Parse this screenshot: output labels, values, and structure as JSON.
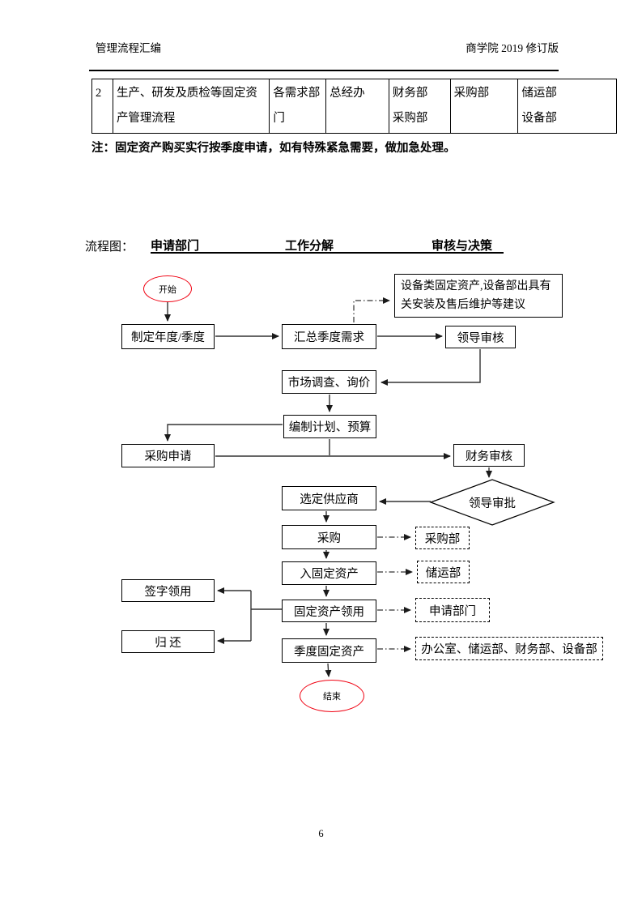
{
  "header": {
    "left": "管理流程汇编",
    "right": "商学院 2019 修订版"
  },
  "table": {
    "row_no": "2",
    "process_name": "生产、研发及质检等固定资产管理流程",
    "col_requesting": "各需求部门",
    "col_gm_office": "总经办",
    "col_finance": "财务部\n采购部",
    "col_purchasing": "采购部",
    "col_storage": "储运部\n设备部"
  },
  "note": "注：固定资产购买实行按季度申请，如有特殊紧急需要，做加急处理。",
  "flow_header": {
    "label": "流程图：",
    "col1": "申请部门",
    "col2": "工作分解",
    "col3": "审核与决策"
  },
  "flowchart": {
    "start": "开始",
    "end": "结束",
    "nodes": {
      "plan": "制定年度/季度",
      "summarize": "汇总季度需求",
      "advice": "设备类固定资产,设备部出具有关安装及售后维护等建议",
      "leader_review": "领导审核",
      "market": "市场调查、询价",
      "budget": "编制计划、预算",
      "purchase_request": "采购申请",
      "finance_review": "财务审核",
      "select_supplier": "选定供应商",
      "leader_approve": "领导审批",
      "purchase": "采购",
      "dept_purchasing": "采购部",
      "asset_entry": "入固定资产",
      "dept_storage": "储运部",
      "sign_use": "签字领用",
      "asset_use": "固定资产领用",
      "dept_request": "申请部门",
      "return": "归 还",
      "quarterly": "季度固定资产",
      "dept_multi": "办公室、储运部、财务部、设备部"
    },
    "colors": {
      "terminator_border": "#f00212",
      "line": "#333333"
    }
  },
  "page_number": "6"
}
